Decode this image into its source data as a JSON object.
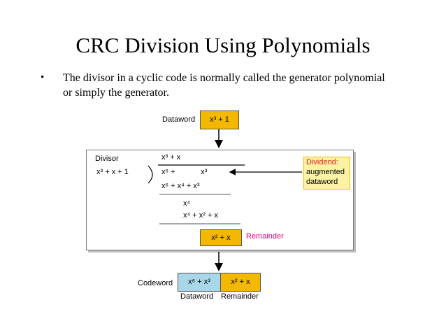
{
  "title": "CRC Division Using Polynomials",
  "bullet": {
    "marker": "•",
    "text": "The divisor in a cyclic code is normally called the generator polynomial or simply the generator."
  },
  "diagram": {
    "dataword_label": "Dataword",
    "dataword_poly": "x³ + 1",
    "divisor_label": "Divisor",
    "divisor_poly": "x³ + x + 1",
    "quotient": "x³ + x",
    "dividend": "x⁶ +            x³",
    "step1_subtract": "x⁶ + x⁴ + x³",
    "step2_result": "x⁴",
    "step2_subtract": "x⁴ + x² + x",
    "remainder_poly": "x² + x",
    "remainder_label": "Remainder",
    "dividend_note": [
      "Dividend:",
      "augmented",
      "dataword"
    ],
    "codeword_label": "Codeword",
    "codeword_data_part": "x⁶ + x³",
    "codeword_rem_part": "x² + x",
    "codeword_sub_dataword": "Dataword",
    "codeword_sub_remainder": "Remainder",
    "colors": {
      "yellow": "#f5b800",
      "blue": "#a9d7ea",
      "magenta": "#e0007a",
      "note_bg": "#fbf2a4",
      "note_text": "#e2211c"
    }
  }
}
